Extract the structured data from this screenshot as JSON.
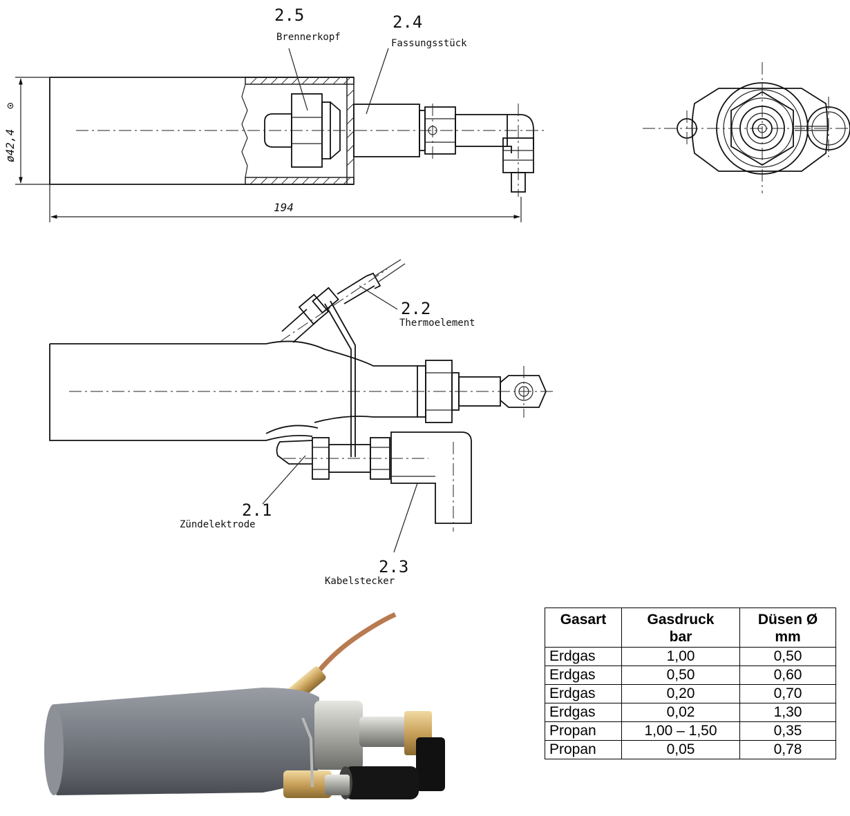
{
  "labels": {
    "brennerkopf": {
      "number": "2.5",
      "name": "Brennerkopf"
    },
    "fassungsstueck": {
      "number": "2.4",
      "name": "Fassungsstück"
    },
    "thermoelement": {
      "number": "2.2",
      "name": "Thermoelement"
    },
    "zuendelektrode": {
      "number": "2.1",
      "name": "Zündelektrode"
    },
    "kabelstecker": {
      "number": "2.3",
      "name": "Kabelstecker"
    }
  },
  "dimensions": {
    "diameter": "ø42,4",
    "diameter_symbol": "⊙",
    "length": "194"
  },
  "table": {
    "headers": [
      {
        "line1": "Gasart",
        "line2": ""
      },
      {
        "line1": "Gasdruck",
        "line2": "bar"
      },
      {
        "line1": "Düsen Ø",
        "line2": "mm"
      }
    ],
    "rows": [
      [
        "Erdgas",
        "1,00",
        "0,50"
      ],
      [
        "Erdgas",
        "0,50",
        "0,60"
      ],
      [
        "Erdgas",
        "0,20",
        "0,70"
      ],
      [
        "Erdgas",
        "0,02",
        "1,30"
      ],
      [
        "Propan",
        "1,00 – 1,50",
        "0,35"
      ],
      [
        "Propan",
        "0,05",
        "0,78"
      ]
    ]
  },
  "colors": {
    "line": "#111111",
    "burner_tube": "#7d8087",
    "copper": "#c98a5a",
    "brass": "#c9a15a",
    "plug": "#111111"
  }
}
